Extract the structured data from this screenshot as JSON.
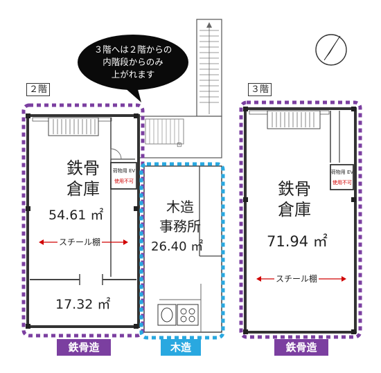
{
  "callout": {
    "lines": [
      "３階へは２階からの",
      "内階段からのみ",
      "上がれます"
    ]
  },
  "floor2": {
    "tag": "２階",
    "room_main_name": [
      "鉄骨",
      "倉庫"
    ],
    "room_main_area": "54.61 ㎡",
    "shelf_label": "スチール棚",
    "room_sub_area": "17.32 ㎡",
    "ev_label": "荷物用 EV",
    "ev_note": "使用不可",
    "structure_badge": "鉄骨造"
  },
  "annex": {
    "room_name": [
      "木造",
      "事務所"
    ],
    "room_area": "26.40 ㎡",
    "structure_badge": "木造"
  },
  "floor3": {
    "tag": "３階",
    "room_name": [
      "鉄骨",
      "倉庫"
    ],
    "room_area": "71.94 ㎡",
    "shelf_label": "スチール棚",
    "ev_label": "荷物用 EV",
    "ev_note": "使用不可",
    "structure_badge": "鉄骨造"
  },
  "colors": {
    "steel_outline": "#7b3fa0",
    "wood_outline": "#29a8e0",
    "steel_badge": "#7b3fa0",
    "wood_badge": "#29a8e0",
    "callout_fill": "#0a0a0a",
    "shelf_arrow": "#d00000"
  },
  "icons": [
    "compass-north-icon",
    "stairs-icon",
    "sink-icon",
    "stove-icon",
    "door-icon"
  ]
}
